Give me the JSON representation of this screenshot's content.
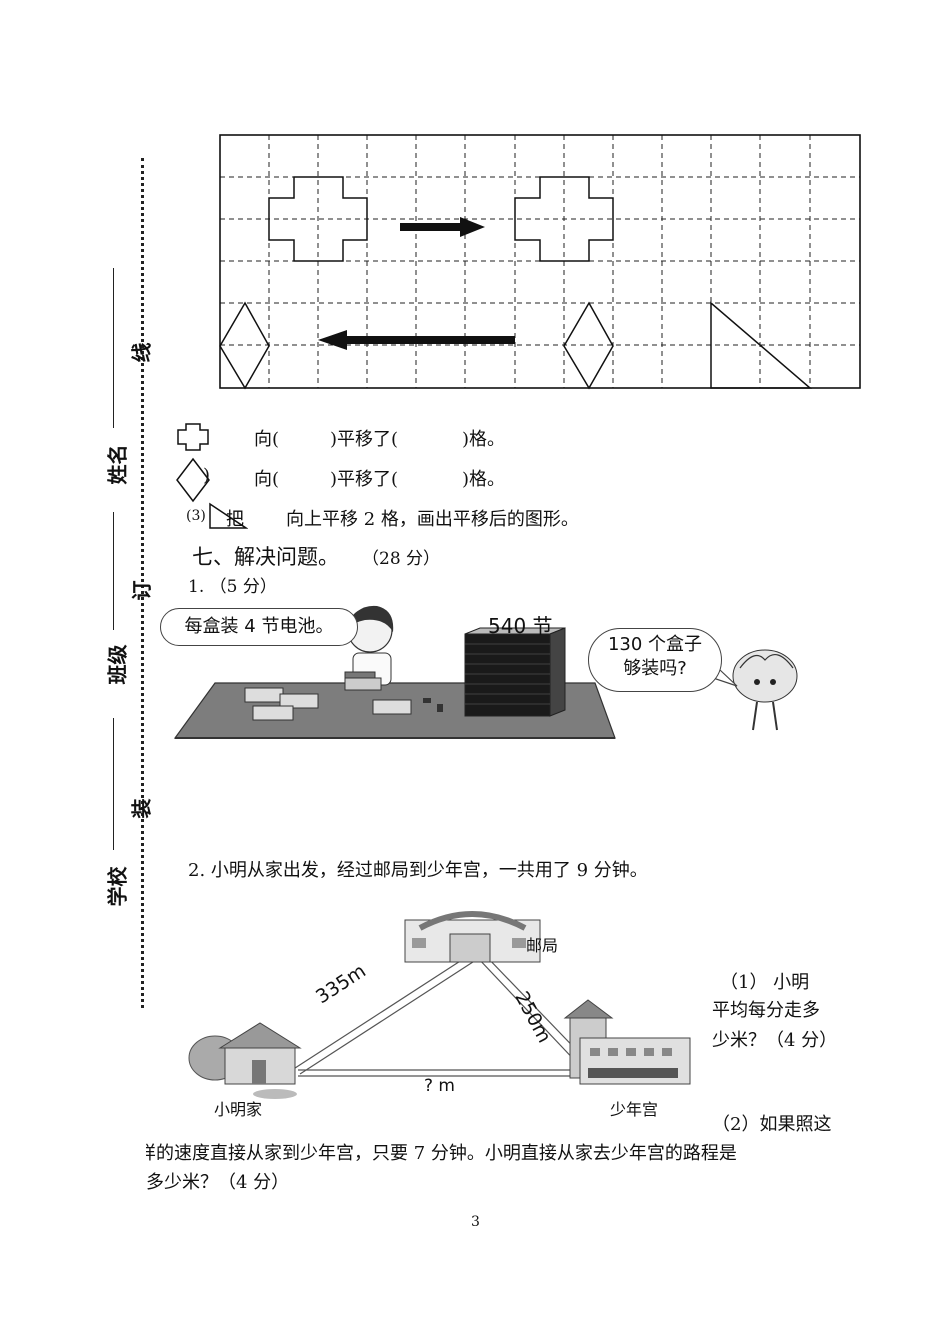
{
  "binding": {
    "school_label": "学校",
    "class_label": "班级",
    "name_label": "姓名",
    "mark_zhuang": "装",
    "mark_ding": "订",
    "mark_xian": "线"
  },
  "translation": {
    "line1_dir": "向(",
    "line1_mid": ")平移了(",
    "line1_end": ")格。",
    "line2_dir": "向(",
    "line2_mid": ")平移了(",
    "line2_end": ")格。",
    "line2_paren": ")",
    "line3_num": "(3)",
    "line3_ba": "把",
    "line3_text": "向上平移 2 格，画出平移后的图形。"
  },
  "section7": {
    "heading": "七、解决问题。",
    "score": "（28 分）",
    "q1_label": "1.  （5 分）",
    "q1_bubble_left": "每盒装 4 节电池。",
    "q1_battery_count": "540 节",
    "q1_bubble_right_1": "130 个盒子",
    "q1_bubble_right_2": "够装吗?",
    "q2_text": "2. 小明从家出发，经过邮局到少年宫，一共用了 9 分钟。",
    "q2_post_office": "邮局",
    "q2_home": "小明家",
    "q2_palace": "少年宫",
    "q2_dist_home_post": "335m",
    "q2_dist_post_palace": "250m",
    "q2_dist_unknown": "?  m",
    "q2_sub1_a": "（1）    小明",
    "q2_sub1_b": "平均每分走多",
    "q2_sub1_c": "少米？（4 分）",
    "q2_sub2_a": "（2）如果照这",
    "q2_sub2_b": "样的速度直接从家到少年宫，只要 7 分钟。小明直接从家去少年宫的路程是",
    "q2_sub2_c": "多少米？（4 分）"
  },
  "page_number": "3"
}
